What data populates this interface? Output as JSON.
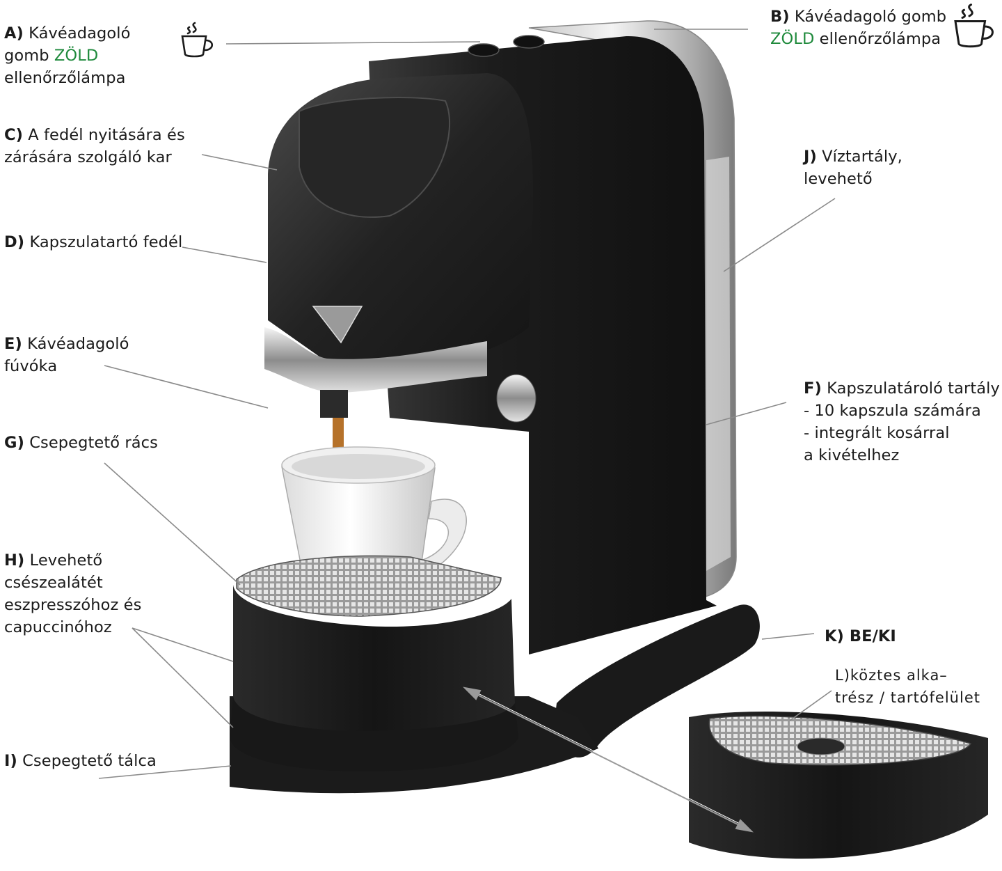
{
  "labels": {
    "A": {
      "letter": "A)",
      "lines": [
        "Kávéadagoló",
        "gomb",
        "ZÖLD",
        "ellenőrzőlámpa"
      ]
    },
    "B": {
      "letter": "B)",
      "lines": [
        "Kávéadagoló gomb",
        "ZÖLD",
        "ellenőrzőlámpa"
      ]
    },
    "C": {
      "letter": "C)",
      "lines": [
        "A fedél nyitására és",
        "zárására szolgáló kar"
      ]
    },
    "D": {
      "letter": "D)",
      "lines": [
        "Kapszulatartó fedél"
      ]
    },
    "E": {
      "letter": "E)",
      "lines": [
        "Kávéadagoló",
        "fúvóka"
      ]
    },
    "F": {
      "letter": "F)",
      "lines": [
        "Kapszulatároló tartály",
        "- 10 kapszula számára",
        "- integrált kosárral",
        "a kivételhez"
      ]
    },
    "G": {
      "letter": "G)",
      "lines": [
        "Csepegtető rács"
      ]
    },
    "H": {
      "letter": "H)",
      "lines": [
        "Levehető",
        "csészealátét",
        "eszpresszóhoz és",
        "capuccinóhoz"
      ]
    },
    "I": {
      "letter": "I)",
      "lines": [
        "Csepegtető tálca"
      ]
    },
    "J": {
      "letter": "J)",
      "lines": [
        "Víztartály,",
        "levehető"
      ]
    },
    "K": {
      "text": "K) BE/KI"
    },
    "L": {
      "lines": [
        "L)köztes alka–",
        "trész / tartófelület"
      ]
    }
  },
  "icons": {
    "A": "coffee-cup-steam-icon",
    "B": "coffee-cup-steam-icon"
  },
  "colors": {
    "label_text": "#1b1b1b",
    "indicator_green": "#1f8a3c",
    "machine_body": "#1e1e1e",
    "leader_line": "#8a8a8a"
  }
}
